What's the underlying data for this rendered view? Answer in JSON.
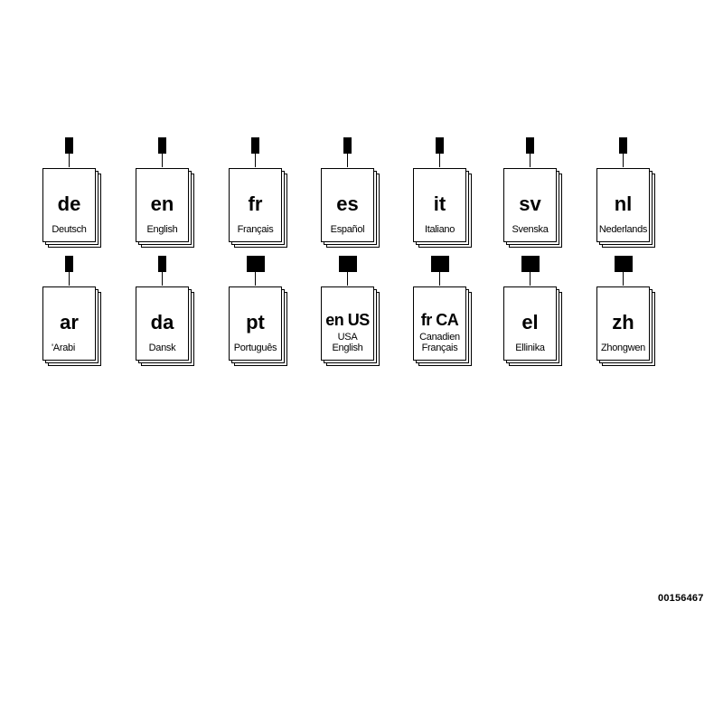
{
  "figure_ref": "00156467",
  "books": [
    {
      "code": "de",
      "name": [
        "Deutsch"
      ]
    },
    {
      "code": "en",
      "name": [
        "English"
      ]
    },
    {
      "code": "fr",
      "name": [
        "Français"
      ]
    },
    {
      "code": "es",
      "name": [
        "Español"
      ]
    },
    {
      "code": "it",
      "name": [
        "Italiano"
      ]
    },
    {
      "code": "sv",
      "name": [
        "Svenska"
      ]
    },
    {
      "code": "nl",
      "name": [
        "Nederlands"
      ]
    },
    {
      "code": "ar",
      "name": [
        "'Arabi"
      ]
    },
    {
      "code": "da",
      "name": [
        "Dansk"
      ]
    },
    {
      "code": "pt",
      "name": [
        "Português"
      ]
    },
    {
      "code": "en US",
      "name": [
        "USA",
        "English"
      ]
    },
    {
      "code": "fr CA",
      "name": [
        "Canadien",
        "Français"
      ]
    },
    {
      "code": "el",
      "name": [
        "Ellinika"
      ]
    },
    {
      "code": "zh",
      "name": [
        "Zhongwen"
      ]
    }
  ]
}
